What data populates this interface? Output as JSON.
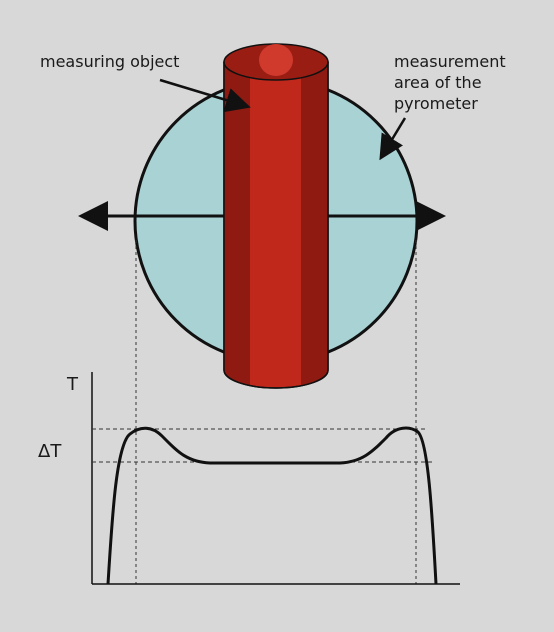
{
  "labels": {
    "measuring_object": "measuring object",
    "measurement_area": [
      "measurement",
      "area of the",
      "pyrometer"
    ]
  },
  "axis": {
    "y_label": "T",
    "delta_label": "ΔT"
  },
  "colors": {
    "background": "#d8d8d8",
    "area_fill": "#a8d2d4",
    "cylinder_main": "#c0281c",
    "cylinder_dark": "#8f1a12",
    "outline": "#111111"
  }
}
